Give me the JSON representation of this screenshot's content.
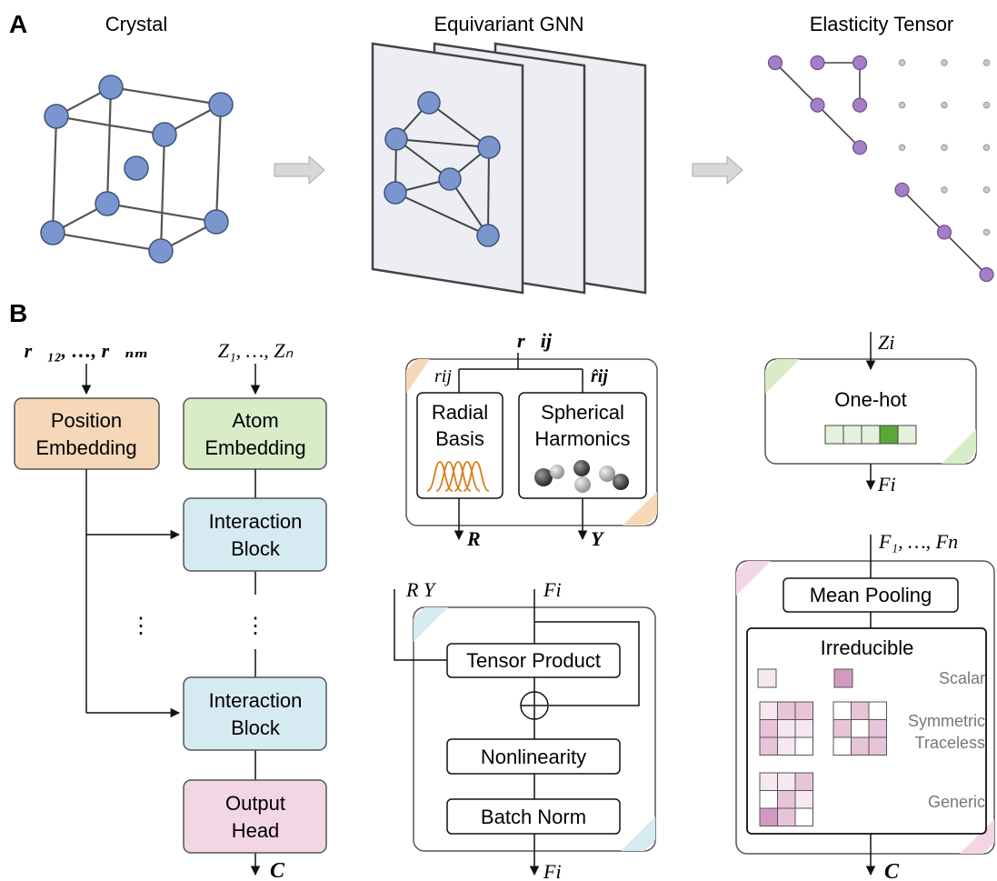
{
  "panelA": {
    "label": "A",
    "titles": [
      "Crystal",
      "Equivariant GNN",
      "Elasticity Tensor"
    ]
  },
  "panelB": {
    "label": "B",
    "input_positions": "r⃗₁₂, …, r⃗ₙₘ",
    "input_atoms": "Z₁, …, Zₙ",
    "position_embedding": [
      "Position",
      "Embedding"
    ],
    "atom_embedding": [
      "Atom",
      "Embedding"
    ],
    "interaction_block": [
      "Interaction",
      "Block"
    ],
    "ellipsis": "⋮",
    "output_head": [
      "Output",
      "Head"
    ],
    "output_symbol": "C"
  },
  "basis": {
    "input": "r⃗ij",
    "r_ij": "rij",
    "r_hat_ij": "r̂ij",
    "radial": [
      "Radial",
      "Basis"
    ],
    "spherical": [
      "Spherical",
      "Harmonics"
    ],
    "out_R": "R",
    "out_Y": "Y"
  },
  "interaction": {
    "input_RY": "R Y",
    "input_F": "Fi",
    "tensor_product": "Tensor Product",
    "plus": "⊕",
    "nonlinearity": "Nonlinearity",
    "batch_norm": "Batch Norm",
    "output_F": "Fi"
  },
  "onehot": {
    "input": "Zi",
    "label": "One-hot",
    "output": "Fi"
  },
  "head": {
    "input": "F₁, …, Fn",
    "mean_pooling": "Mean Pooling",
    "irreducible": "Irreducible",
    "scalar": "Scalar",
    "symmetric": "Symmetric",
    "traceless": "Traceless",
    "generic": "Generic",
    "output": "C"
  },
  "colors": {
    "position": "#f6d7b8",
    "atom": "#d8ecc8",
    "interaction": "#d6eaf2",
    "output": "#f2d6e4",
    "node": "#7b96cf",
    "tensor_node": "#a47fc6",
    "onehot_active": "#5aa83a"
  }
}
